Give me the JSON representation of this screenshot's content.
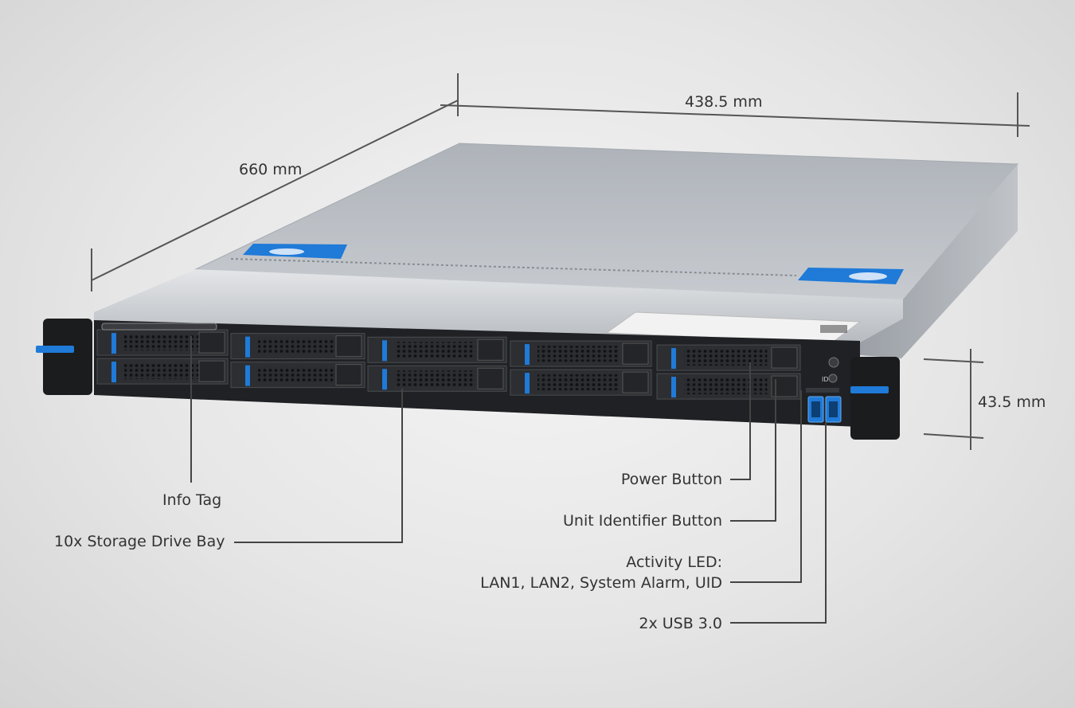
{
  "dimensions": {
    "width": "438.5 mm",
    "depth": "660 mm",
    "height": "43.5 mm"
  },
  "callouts": {
    "info_tag": "Info Tag",
    "drive_bay": "10x Storage Drive Bay",
    "power_button": "Power Button",
    "uid_button": "Unit Identifier Button",
    "activity_led_line1": "Activity LED:",
    "activity_led_line2": "LAN1, LAN2, System Alarm, UID",
    "usb": "2x USB  3.0"
  },
  "panel_glyphs": {
    "id_label": "ID"
  },
  "colors": {
    "accent_blue": "#1f7ad8",
    "chassis": "#b9bec4",
    "front_dark": "#1f2124"
  }
}
